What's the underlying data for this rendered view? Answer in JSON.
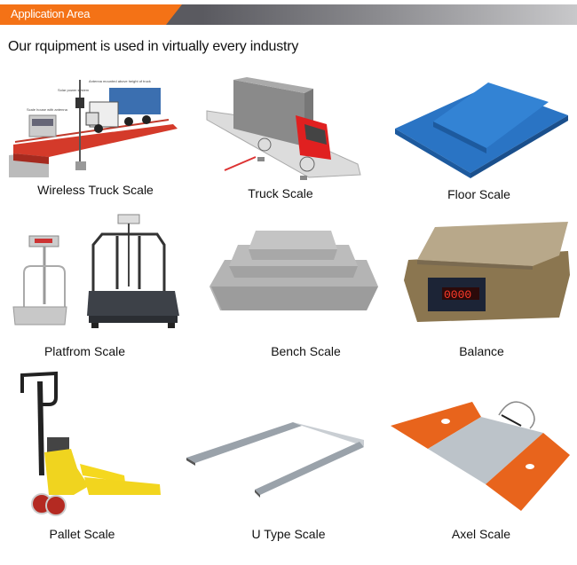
{
  "header": {
    "title": "Application Area",
    "accent_color": "#f47216",
    "bar_color": "#5a5a60"
  },
  "subtitle": "Our rquipment is used in virtually every industry",
  "products": [
    {
      "label": "Wireless Truck Scale",
      "icon": "wireless-truck-scale-image"
    },
    {
      "label": "Truck Scale",
      "icon": "truck-scale-image"
    },
    {
      "label": "Floor Scale",
      "icon": "floor-scale-image"
    },
    {
      "label": "Platfrom Scale",
      "icon": "platform-scale-image"
    },
    {
      "label": "Bench Scale",
      "icon": "bench-scale-image"
    },
    {
      "label": "Balance",
      "icon": "balance-image",
      "display": "0000"
    },
    {
      "label": "Pallet Scale",
      "icon": "pallet-scale-image"
    },
    {
      "label": "U Type Scale",
      "icon": "u-type-scale-image"
    },
    {
      "label": "Axel Scale",
      "icon": "axel-scale-image"
    }
  ]
}
